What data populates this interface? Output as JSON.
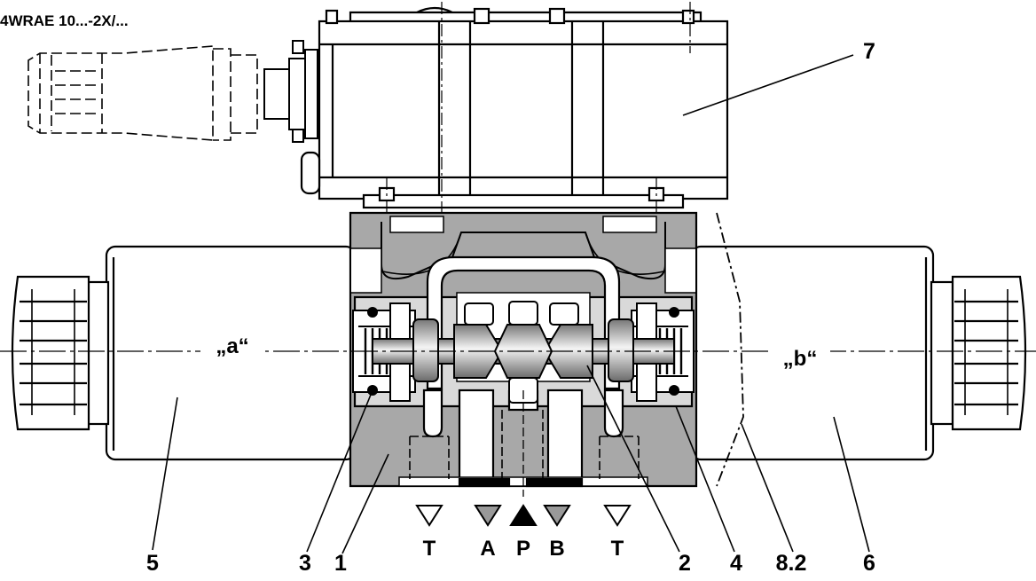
{
  "title": "4WRAE 10...-2X/...",
  "callouts": {
    "n1": "1",
    "n2": "2",
    "n3": "3",
    "n4": "4",
    "n5": "5",
    "n6": "6",
    "n7": "7",
    "n82": "8.2"
  },
  "ports": {
    "t_left": "T",
    "a": "A",
    "p": "P",
    "b": "B",
    "t_right": "T"
  },
  "sides": {
    "a": "„a“",
    "b": "„b“"
  },
  "colors": {
    "line": "#000000",
    "body": "#a8a8a8",
    "inner": "#d9d9d9",
    "background": "#ffffff"
  }
}
